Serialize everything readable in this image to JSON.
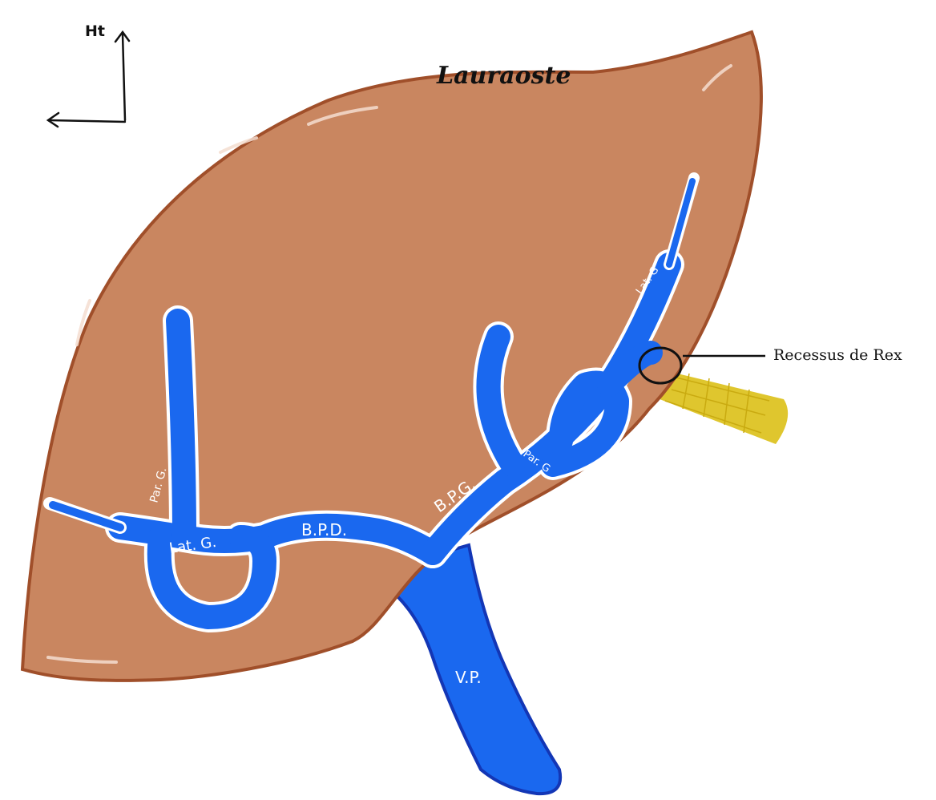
{
  "colors": {
    "liver_fill": "#c98660",
    "liver_stroke": "#a04f2a",
    "vessel_fill": "#1a68ef",
    "vessel_outline": "#ffffff",
    "portal_vein_edge": "#1336b5",
    "ligament_fill": "#dcc017",
    "ink": "#111111"
  },
  "orientation": {
    "up_label": "Ht"
  },
  "title": "Lauraoste",
  "callout": {
    "label": "Recessus de Rex"
  },
  "vessel_labels": {
    "right_lateral": "Lat. G.",
    "right_paramedian": "Par. G.",
    "right_branch": "B.P.D.",
    "left_branch": "B.P.G.",
    "left_paramedian": "Par. G",
    "left_lateral": "Lat. G",
    "portal_vein": "V.P."
  }
}
